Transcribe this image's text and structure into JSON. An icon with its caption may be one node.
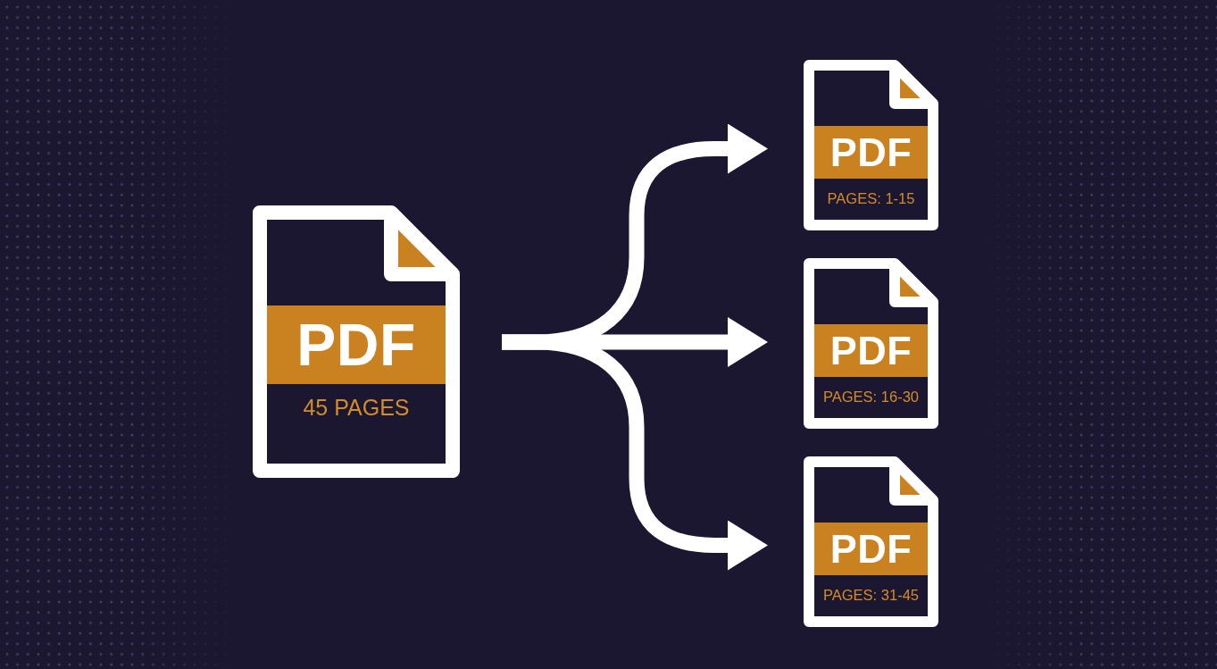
{
  "diagram": {
    "nodes": [
      {
        "text": [
          "PDF",
          "45 PAGES"
        ]
      },
      {
        "text": [
          "PDF",
          "PAGES: 1-15"
        ]
      },
      {
        "text": [
          "PDF",
          "PAGES: 16-30"
        ]
      },
      {
        "text": [
          "PDF",
          "PAGES: 31-45"
        ]
      }
    ],
    "edges": [
      {
        "from": 0,
        "to": 1,
        "arrow": "to"
      },
      {
        "from": 0,
        "to": 2,
        "arrow": "to"
      },
      {
        "from": 0,
        "to": 3,
        "arrow": "to"
      }
    ]
  }
}
